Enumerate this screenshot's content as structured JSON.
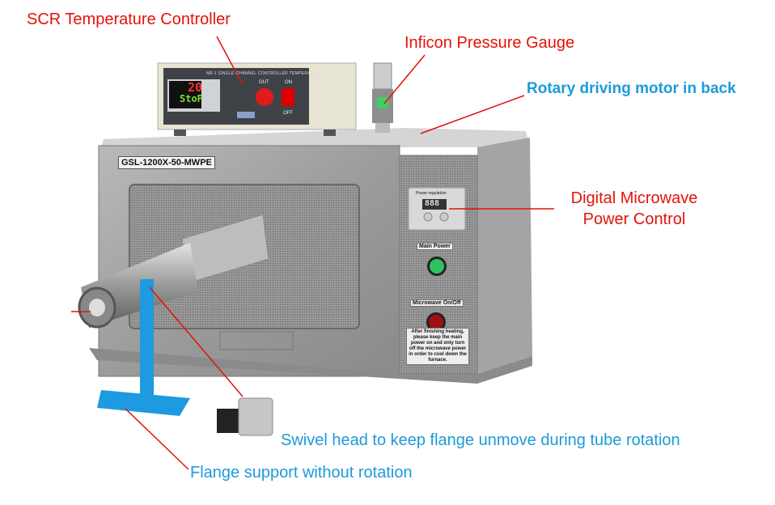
{
  "annotations": {
    "scr_controller": "SCR Temperature Controller",
    "pressure_gauge": "Inficon Pressure Gauge",
    "rotary_motor": "Rotary driving motor in back",
    "power_control_line1": "Digital Microwave",
    "power_control_line2": "Power Control",
    "swivel_head": "Swivel head to keep flange unmove during tube rotation",
    "flange_support": "Flange support without rotation"
  },
  "colors": {
    "annotation_red": "#e3120b",
    "annotation_blue": "#1c9bd8",
    "support_blue": "#1e9be0"
  },
  "furnace": {
    "model_plate": "GSL-1200X-50-MWPE",
    "power_regulation_label": "Power regulation",
    "power_display": "888",
    "main_power_label": "Main Power",
    "microwave_label": "Microwave On/Off",
    "warning_note": "After finishing heating, please keep the main power on and only turn off the microwave power in order to cool down the furnace."
  },
  "controller": {
    "title": "NR-1 SINGLE CHANNEL CONTROLLER TEMPERATURE",
    "pv": "20",
    "sv": "StoP",
    "out_label": "OUT",
    "on_label": "ON",
    "off_label": "OFF"
  }
}
